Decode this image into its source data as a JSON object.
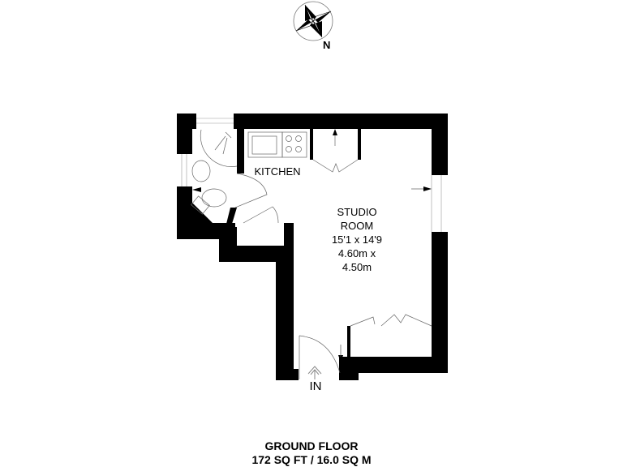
{
  "compass": {
    "icon": "compass-rose-icon",
    "north_label": "N"
  },
  "rooms": {
    "kitchen": {
      "name": "KITCHEN"
    },
    "studio": {
      "name_line1": "STUDIO",
      "name_line2": "ROOM",
      "dimensions_imperial": "15'1 x 14'9",
      "dimensions_metric": "4.60m x 4.50m"
    }
  },
  "entrance": {
    "label": "IN"
  },
  "footer": {
    "floor": "GROUND FLOOR",
    "area": "172 SQ FT / 16.0 SQ M"
  },
  "colors": {
    "wall": "#000000",
    "line": "#808080",
    "background": "#ffffff"
  }
}
